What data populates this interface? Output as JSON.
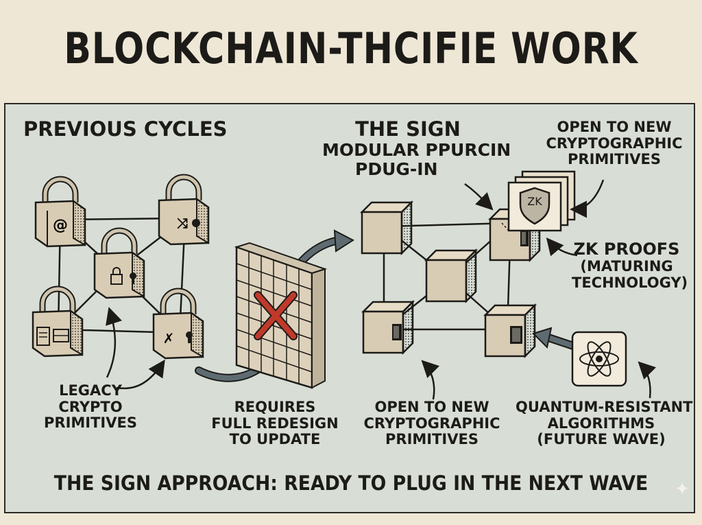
{
  "title": "BLOCKCHAIN-THCIFIE WORK",
  "labels": {
    "previous_cycles": "PREVIOUS CYCLES",
    "sign_plugin": [
      "THE SIGN",
      "MODULAR PPURCIN",
      "PDUG-IN"
    ],
    "open_top": [
      "OPEN TO NEW",
      "CRYPTOGRAPHIC",
      "PRIMITIVES"
    ],
    "zk_proofs": [
      "ZK PROOFS",
      "(MATURING",
      "TECHNOLOGY)"
    ],
    "legacy": [
      "LEGACY",
      "CRYPTO",
      "PRIMITIVES"
    ],
    "requires": [
      "REQUIRES",
      "FULL REDESIGN",
      "TO UPDATE"
    ],
    "open_bottom": [
      "OPEN TO NEW",
      "CRYPTOGRAPHIC",
      "PRIMITIVES"
    ],
    "quantum": [
      "QUANTUM-RESISTANT",
      "ALGORITHMS",
      "(FUTURE WAVE)"
    ],
    "bottom_banner": "THE SIGN APPROACH: READY TO PLUG IN THE NEXT WAVE",
    "zk_card": "ZK"
  },
  "icons": {
    "lock": "padlock-icon",
    "cube": "module-cube-icon",
    "wall": "brick-wall-icon",
    "cross": "red-x-icon",
    "shield": "zk-shield-icon",
    "atom": "atom-icon",
    "star": "sparkle-icon"
  },
  "colors": {
    "background": "#efe7d6",
    "panel": "#d8ded6",
    "cube": "#d9ccb4",
    "cross": "#c0392b",
    "arrow": "#5e6c72",
    "ink": "#1c1b18"
  }
}
